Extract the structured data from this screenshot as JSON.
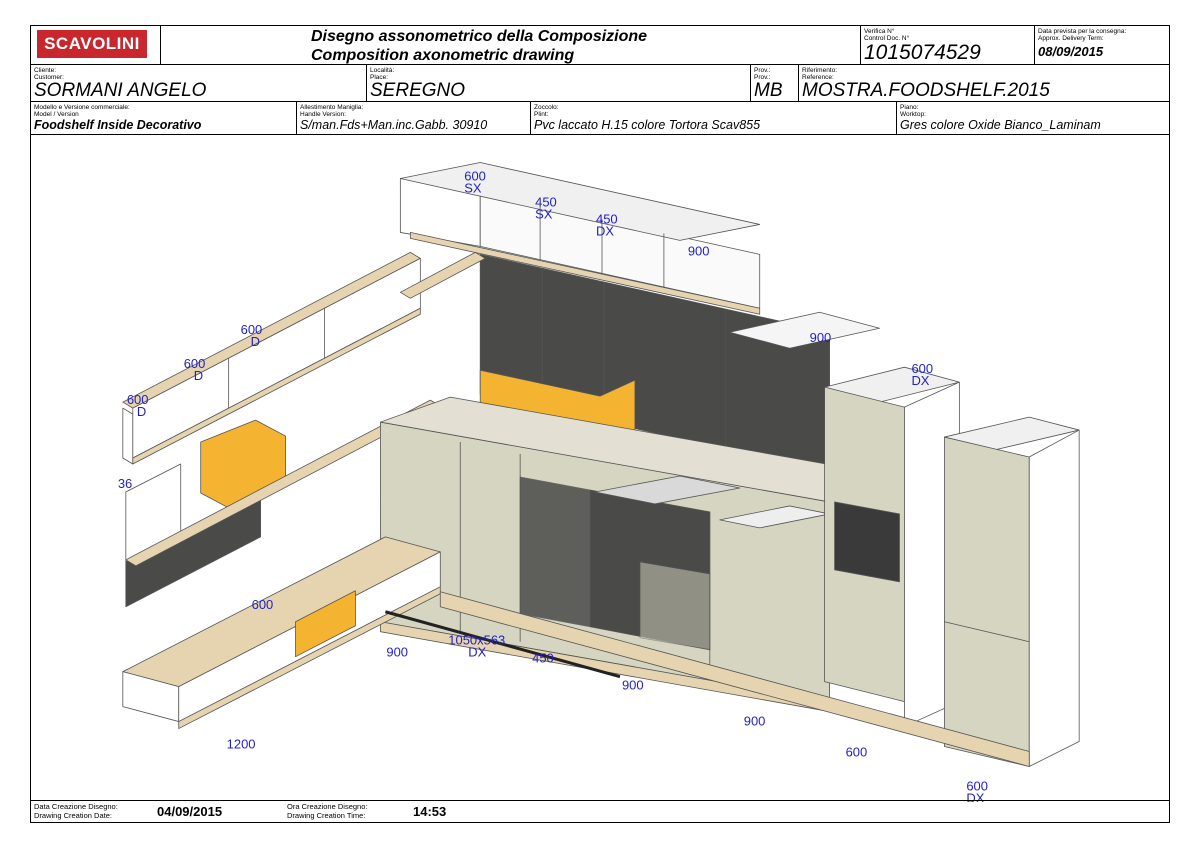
{
  "header": {
    "brand": "SCAVOLINI",
    "title_it": "Disegno assonometrico della Composizione",
    "title_en": "Composition axonometric drawing",
    "control_label_it": "Verifica N°",
    "control_label_en": "Control Doc. N°",
    "control_number": "1015074529",
    "delivery_label_it": "Data prevista per la consegna:",
    "delivery_label_en": "Approx. Delivery Term:",
    "delivery_date": "08/09/2015"
  },
  "customer": {
    "customer_label_it": "Cliente:",
    "customer_label_en": "Customer:",
    "customer_name": "SORMANI ANGELO",
    "place_label_it": "Località:",
    "place_label_en": "Place:",
    "place": "SEREGNO",
    "prov_label_it": "Prov.:",
    "prov_label_en": "Prov.:",
    "prov": "MB",
    "reference_label_it": "Riferimento:",
    "reference_label_en": "Reference:",
    "reference": "MOSTRA.FOODSHELF.2015"
  },
  "specs": {
    "model_label_it": "Modello e Versione commerciale:",
    "model_label_en": "Model / Version",
    "model": "Foodshelf Inside Decorativo",
    "handle_label_it": "Allestimento Maniglia:",
    "handle_label_en": "Handle Version:",
    "handle": "S/man.Fds+Man.inc.Gabb. 30910",
    "plinth_label_it": "Zoccolo:",
    "plinth_label_en": "Plint:",
    "plinth": "Pvc laccato H.15 colore Tortora Scav855",
    "worktop_label_it": "Piano:",
    "worktop_label_en": "Worktop:",
    "worktop": "Gres colore Oxide Bianco_Laminam"
  },
  "dimensions": {
    "d1": "600",
    "d1b": "SX",
    "d2": "450",
    "d2b": "SX",
    "d3": "450",
    "d3b": "DX",
    "d4": "900",
    "d5": "900",
    "d6": "600",
    "d6b": "DX",
    "s1": "600",
    "s1b": "D",
    "s2": "600",
    "s2b": "D",
    "s3": "600",
    "s3b": "D",
    "s4": "36",
    "s5": "600",
    "s6": "900",
    "s7": "1050x563",
    "s7b": "DX",
    "s8": "450",
    "s9": "900",
    "s10": "900",
    "s11": "600",
    "s12": "600",
    "s12b": "DX",
    "s13": "1200"
  },
  "footer": {
    "date_label_it": "Data Creazione Disegno:",
    "date_label_en": "Drawing Creation Date:",
    "date": "04/09/2015",
    "time_label_it": "Ora Creazione Disegno:",
    "time_label_en": "Drawing Creation Time:",
    "time": "14:53"
  },
  "colors": {
    "brand": "#c8272d",
    "dimension": "#1f1fc8",
    "wood": "#e6d3b0",
    "sage": "#d6d5c2",
    "anthracite": "#4a4a48",
    "yellow": "#f4b431"
  }
}
